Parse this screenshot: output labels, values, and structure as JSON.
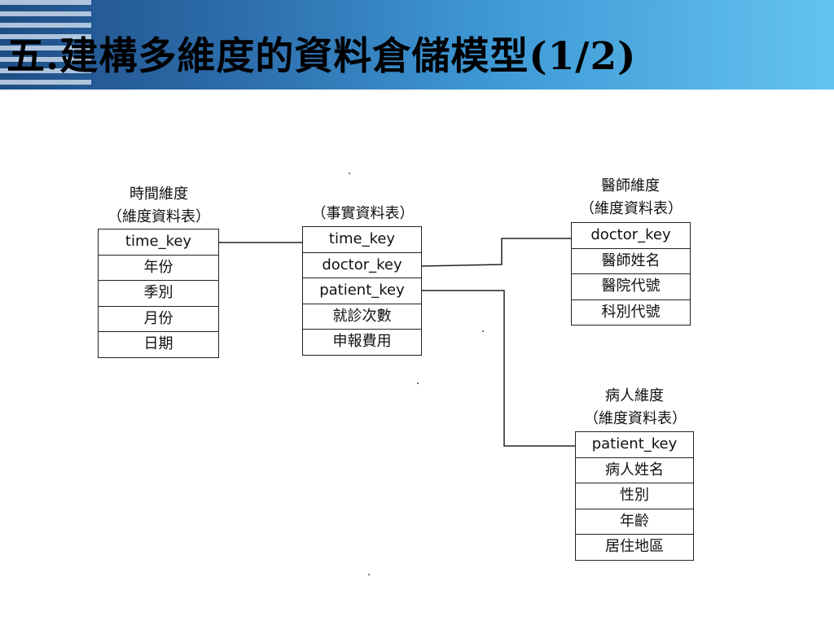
{
  "slide": {
    "title": "五.建構多維度的資料倉儲模型(1/2)"
  },
  "diagram": {
    "time_dim": {
      "caption_line1": "時間維度",
      "caption_line2": "（維度資料表）",
      "rows": [
        "time_key",
        "年份",
        "季別",
        "月份",
        "日期"
      ]
    },
    "fact": {
      "caption_line1": "（事實資料表）",
      "rows": [
        "time_key",
        "doctor_key",
        "patient_key",
        "就診次數",
        "申報費用"
      ]
    },
    "doctor_dim": {
      "caption_line1": "醫師維度",
      "caption_line2": "（維度資料表）",
      "rows": [
        "doctor_key",
        "醫師姓名",
        "醫院代號",
        "科別代號"
      ]
    },
    "patient_dim": {
      "caption_line1": "病人維度",
      "caption_line2": "（維度資料表）",
      "rows": [
        "patient_key",
        "病人姓名",
        "性別",
        "年齡",
        "居住地區"
      ]
    }
  }
}
